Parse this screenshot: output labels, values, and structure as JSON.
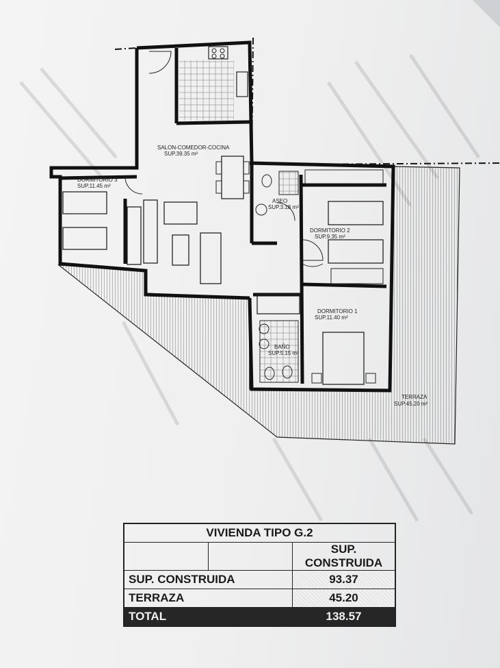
{
  "plan": {
    "rooms": [
      {
        "name": "SALON-COMEDOR-COCINA",
        "area": "SUP.39.35 m²"
      },
      {
        "name": "DORMITORIO 3",
        "area": "SUP.11.45 m²"
      },
      {
        "name": "ASEO",
        "area": "SUP.3.18 m²"
      },
      {
        "name": "DORMITORIO 2",
        "area": "SUP.9.35 m²"
      },
      {
        "name": "DORMITORIO 1",
        "area": "SUP.11.40 m²"
      },
      {
        "name": "BAÑO",
        "area": "SUP.5.15 m²"
      },
      {
        "name": "TERRAZA",
        "area": "SUP.45.20 m²"
      }
    ]
  },
  "summary": {
    "title": "VIVIENDA TIPO G.2",
    "column_header": "SUP. CONSTRUIDA",
    "rows": [
      {
        "label": "SUP. CONSTRUIDA",
        "value": "93.37"
      },
      {
        "label": "TERRAZA",
        "value": "45.20"
      }
    ],
    "total": {
      "label": "TOTAL",
      "value": "138.57"
    }
  }
}
